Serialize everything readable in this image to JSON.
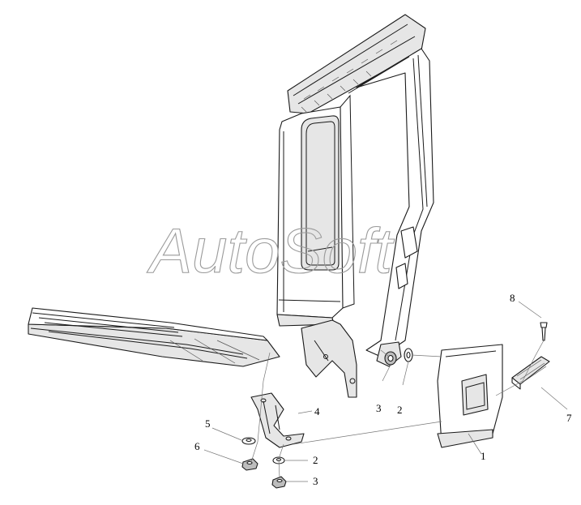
{
  "watermark": "AutoSoft",
  "callouts": {
    "c1": "1",
    "c2a": "2",
    "c2b": "2",
    "c3a": "3",
    "c3b": "3",
    "c4": "4",
    "c5": "5",
    "c6": "6",
    "c7": "7",
    "c8": "8"
  }
}
